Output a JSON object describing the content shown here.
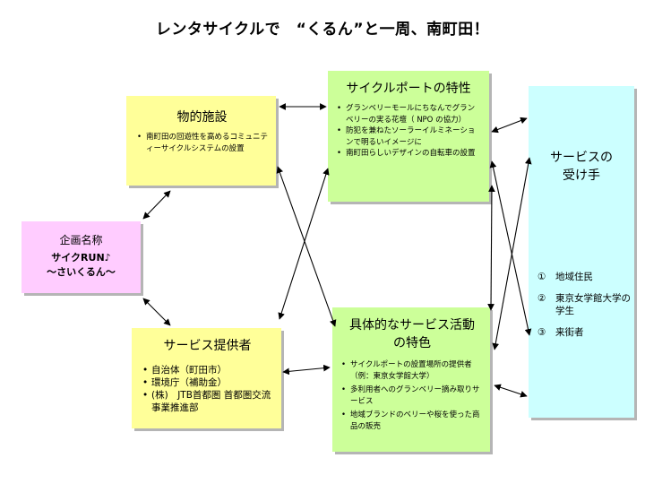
{
  "title": "レンタサイクルで　“くるん”と一周、南町田！",
  "project": {
    "label": "企画名称",
    "name1": "サイクRUN♪",
    "name2": "〜さいくるん〜"
  },
  "facility": {
    "title": "物的施設",
    "items": [
      "南町田の回遊性を高めるコミュニティーサイクルシステムの設置"
    ]
  },
  "port": {
    "title": "サイクルポートの特性",
    "items": [
      "グランベリーモールにちなんでグランベリーの実る花壇（ NPO の協力）",
      "防犯を兼ねたソーラーイルミネーションで明るいイメージに",
      "南町田らしいデザインの自転車の設置"
    ]
  },
  "provider": {
    "title": "サービス提供者",
    "items": [
      "自治体（町田市）",
      "環境庁（補助金）",
      "(株)　JTB首都圏 首都圏交流事業推進部"
    ]
  },
  "service": {
    "title": "具体的なサービス活動の特色",
    "items": [
      "サイクルポートの設置場所の提供者（例：東京女学館大学）",
      "多利用者へのグランベリー摘み取りサービス",
      "地域ブランドのベリーや桜を使った商品の販売"
    ]
  },
  "receiver": {
    "title": "サービスの受け手",
    "items": [
      {
        "num": "①",
        "text": "地域住民"
      },
      {
        "num": "②",
        "text": "東京女学館大学の学生"
      },
      {
        "num": "③",
        "text": "来街者"
      }
    ]
  }
}
